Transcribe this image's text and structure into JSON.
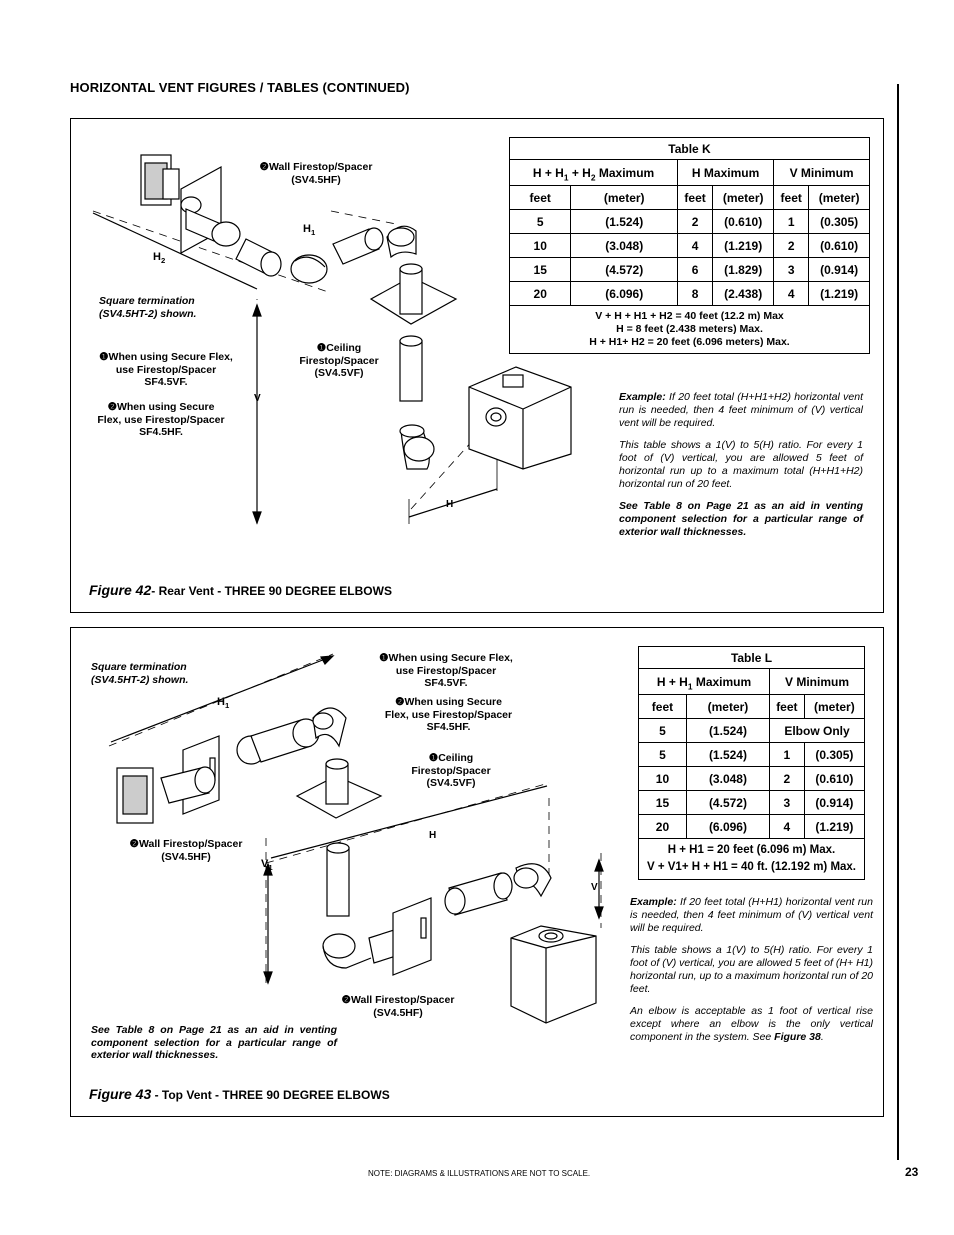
{
  "header": {
    "title": "HORIZONTAL VENT FIGURES / TABLES  (CONTINUED)"
  },
  "footer": {
    "note": "NOTE: DIAGRAMS & ILLUSTRATIONS ARE NOT TO SCALE.",
    "page_number": "23"
  },
  "fig42": {
    "label": "Figure 42",
    "caption": "- Rear Vent - THREE 90 DEGREE ELBOWS",
    "labels": {
      "wall_firestop": "❷Wall Firestop/Spacer\n(SV4.5HF)",
      "square_termination": "Square termination\n(SV4.5HT-2) shown.",
      "ceiling_firestop": "❶Ceiling\nFirestop/Spacer\n(SV4.5VF)",
      "secure_flex_vf": "❶When using Secure Flex,\nuse Firestop/Spacer\nSF4.5VF.",
      "secure_flex_hf": "❷When using Secure\nFlex, use Firestop/Spacer\nSF4.5HF.",
      "dim_h1": "H",
      "dim_h1_sub": "1",
      "dim_h2": "H",
      "dim_h2_sub": "2",
      "dim_v": "V",
      "dim_h": "H"
    },
    "table": {
      "title": "Table K",
      "col1_head": "H + H",
      "col1_sub1": "1",
      "col1_mid": " + H",
      "col1_sub2": "2",
      "col1_tail": " Maximum",
      "col2_head": "H Maximum",
      "col3_head": "V Minimum",
      "units": [
        "feet",
        "(meter)",
        "feet",
        "(meter)",
        "feet",
        "(meter)"
      ],
      "rows": [
        [
          "5",
          "(1.524)",
          "2",
          "(0.610)",
          "1",
          "(0.305)"
        ],
        [
          "10",
          "(3.048)",
          "4",
          "(1.219)",
          "2",
          "(0.610)"
        ],
        [
          "15",
          "(4.572)",
          "6",
          "(1.829)",
          "3",
          "(0.914)"
        ],
        [
          "20",
          "(6.096)",
          "8",
          "(2.438)",
          "4",
          "(1.219)"
        ]
      ],
      "foot_line1": "V + H + H1 + H2 = 40 feet (12.2 m) Max",
      "foot_line2": "H = 8 feet (2.438 meters) Max.",
      "foot_line3": "H + H1+ H2 = 20 feet (6.096 meters) Max."
    },
    "notes": {
      "example_label": "Example:",
      "example_text": " If 20 feet total (H+H1+H2) horizontal vent run is needed, then 4 feet minimum of (V) vertical vent will be required.",
      "ratio_text": "This table shows a 1(V) to 5(H) ratio.  For every 1 foot of (V) vertical, you are allowed 5 feet of horizontal run up to a maximum total (H+H1+H2) horizontal run of 20 feet.",
      "see_text": "See Table 8 on Page 21 as an aid in venting component selection for a particular range of exterior wall thicknesses."
    }
  },
  "fig43": {
    "label": "Figure 43",
    "caption": " - Top Vent - THREE 90 DEGREE ELBOWS",
    "labels": {
      "square_termination": "Square termination\n(SV4.5HT-2) shown.",
      "secure_flex_vf": "❶When using Secure Flex,\nuse Firestop/Spacer\nSF4.5VF.",
      "secure_flex_hf": "❷When using Secure\nFlex, use Firestop/Spacer\nSF4.5HF.",
      "ceiling_firestop": "❶Ceiling\nFirestop/Spacer\n(SV4.5VF)",
      "wall_firestop_left": "❷Wall Firestop/Spacer\n(SV4.5HF)",
      "wall_firestop_bottom": "❷Wall Firestop/Spacer\n(SV4.5HF)",
      "see_text": "See Table 8 on Page 21 as an aid in venting component selection for a particular range of exterior wall thicknesses.",
      "dim_h1": "H",
      "dim_h1_sub": "1",
      "dim_v1": "V",
      "dim_v1_sub": "1",
      "dim_h": "H",
      "dim_v": "V"
    },
    "table": {
      "title": "Table L",
      "col1_head": "H + H",
      "col1_sub": "1",
      "col1_tail": " Maximum",
      "col2_head": "V Minimum",
      "units": [
        "feet",
        "(meter)",
        "feet",
        "(meter)"
      ],
      "first_row": [
        "5",
        "(1.524)",
        "Elbow Only"
      ],
      "rows": [
        [
          "5",
          "(1.524)",
          "1",
          "(0.305)"
        ],
        [
          "10",
          "(3.048)",
          "2",
          "(0.610)"
        ],
        [
          "15",
          "(4.572)",
          "3",
          "(0.914)"
        ],
        [
          "20",
          "(6.096)",
          "4",
          "(1.219)"
        ]
      ],
      "foot_line1": "H + H1 = 20 feet (6.096 m) Max.",
      "foot_line2": "V + V1+ H + H1 = 40 ft. (12.192 m) Max."
    },
    "notes": {
      "example_label": "Example:",
      "example_text": "  If 20 feet total (H+H1) horizontal vent run is needed, then 4 feet minimum of (V) vertical vent will be required.",
      "ratio_text": "This table shows a 1(V) to 5(H) ratio.  For every 1 foot of (V) vertical, you are allowed 5 feet of (H+ H1) horizontal run, up to a maximum horizontal run of 20 feet.",
      "elbow_text": "An elbow is acceptable as 1 foot of vertical rise except where an elbow is the only vertical component in the system.  See ",
      "elbow_ref": "Figure 38",
      "elbow_end": "."
    }
  }
}
